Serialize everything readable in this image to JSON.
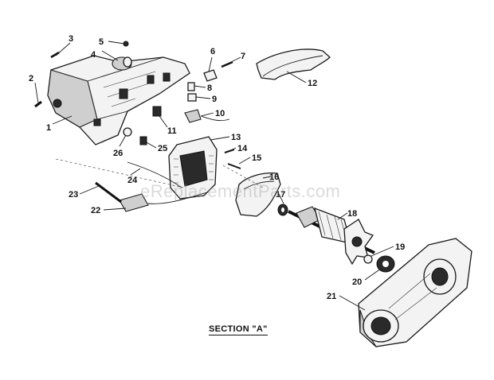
{
  "diagram": {
    "section_label": "SECTION \"A\"",
    "watermark": "eReplacementParts.com",
    "callouts": [
      "1",
      "2",
      "3",
      "4",
      "5",
      "6",
      "7",
      "8",
      "9",
      "10",
      "11",
      "12",
      "13",
      "14",
      "15",
      "16",
      "17",
      "18",
      "19",
      "20",
      "21",
      "22",
      "23",
      "24",
      "25",
      "26"
    ]
  }
}
